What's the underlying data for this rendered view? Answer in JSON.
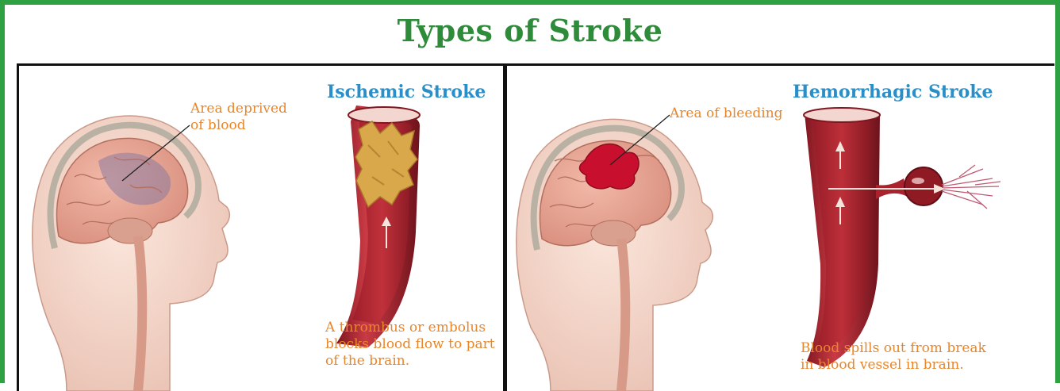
{
  "title": "Types of Stroke",
  "colors": {
    "frame": "#2fa143",
    "title": "#2e8b3a",
    "panel_title": "#2a8fc8",
    "annotation": "#e8862a",
    "vessel": "#a8232d",
    "bleed": "#c8102e"
  },
  "ischemic": {
    "heading": "Ischemic Stroke",
    "label_area_line1": "Area deprived",
    "label_area_line2": "of blood",
    "caption_line1": "A thrombus or embolus",
    "caption_line2": "blocks blood flow to part",
    "caption_line3": "of the brain."
  },
  "hemorrhagic": {
    "heading": "Hemorrhagic Stroke",
    "label_area": "Area of bleeding",
    "caption_line1": "Blood spills out from break",
    "caption_line2": "in blood vessel in brain."
  }
}
